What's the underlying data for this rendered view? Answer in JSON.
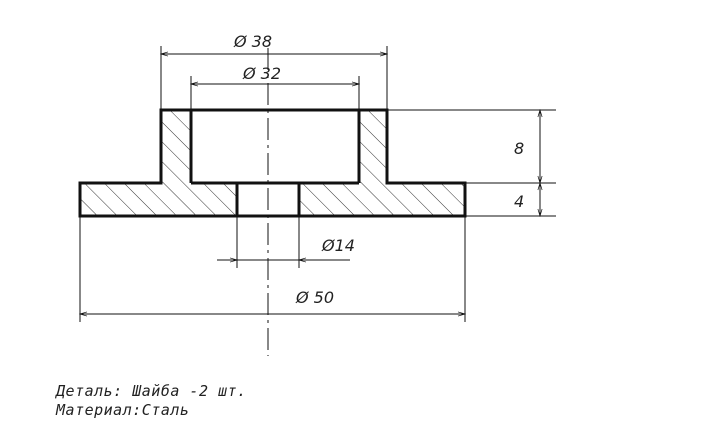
{
  "dimensions": {
    "outer_flange_diameter": "Ø 50",
    "boss_outer_diameter": "Ø 38",
    "boss_inner_diameter": "Ø 32",
    "hole_diameter": "Ø14",
    "boss_height": "8",
    "flange_thickness": "4"
  },
  "notes": {
    "part": "Деталь: Шайба -2 шт.",
    "material": "Материал:Сталь"
  },
  "colors": {
    "line": "#111111",
    "hatch": "#333333",
    "background": "#ffffff"
  }
}
